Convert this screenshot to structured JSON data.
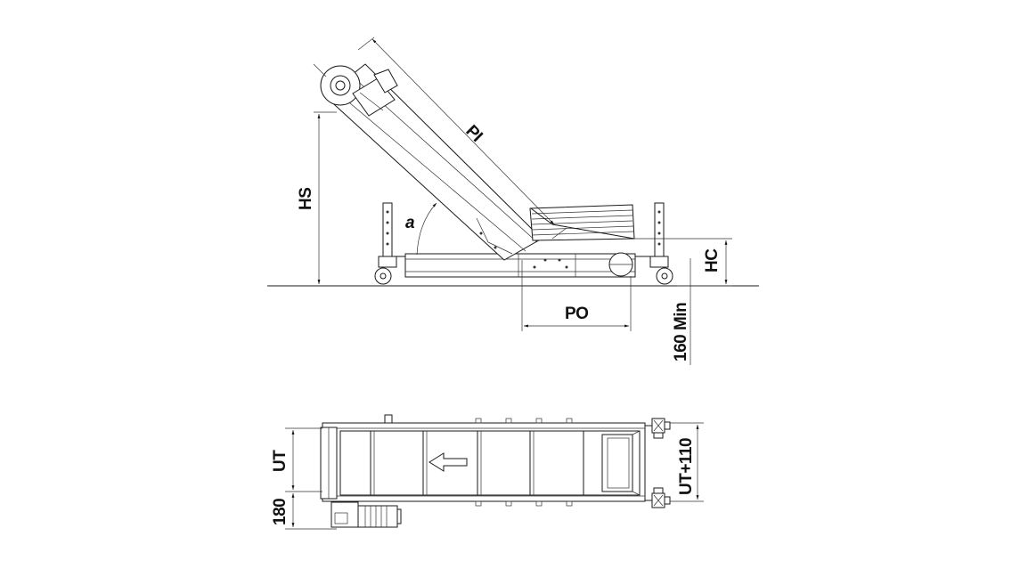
{
  "side_view": {
    "dim_pi": "PI",
    "dim_hs": "HS",
    "dim_angle": "a",
    "dim_hc": "HC",
    "dim_po": "PO",
    "dim_160min": "160 Min"
  },
  "top_view": {
    "dim_ut": "UT",
    "dim_180": "180",
    "dim_ut110": "UT+110"
  }
}
